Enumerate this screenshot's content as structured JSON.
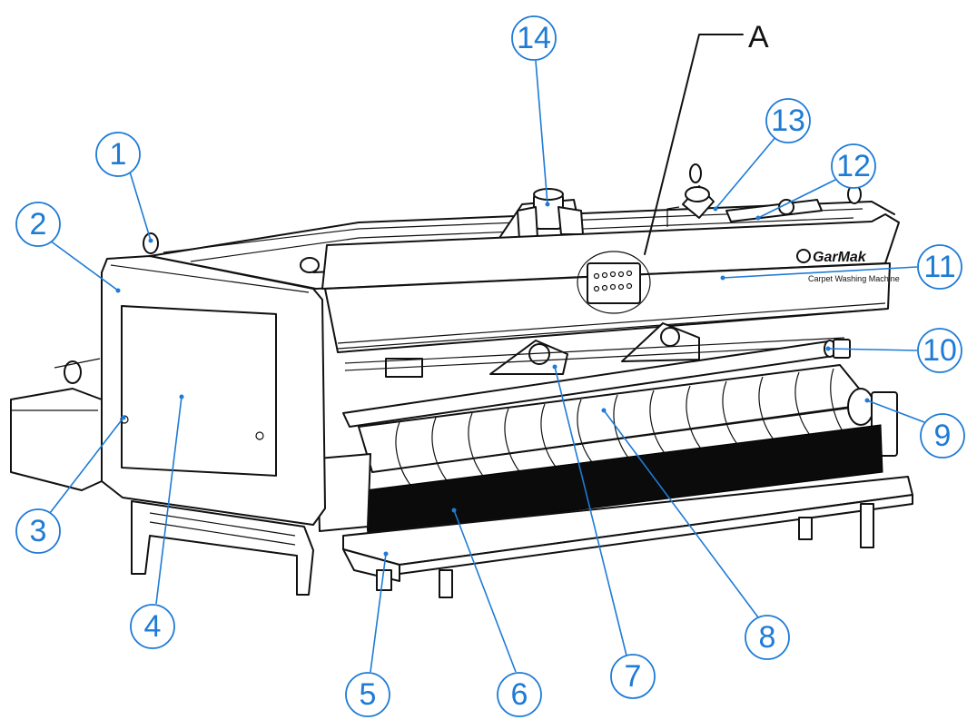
{
  "section_marker": {
    "label": "A"
  },
  "brand": {
    "logo": "GarMak",
    "tagline": "Carpet Washing Machine"
  },
  "callouts": [
    {
      "id": "1",
      "label": "1"
    },
    {
      "id": "2",
      "label": "2"
    },
    {
      "id": "3",
      "label": "3"
    },
    {
      "id": "4",
      "label": "4"
    },
    {
      "id": "5",
      "label": "5"
    },
    {
      "id": "6",
      "label": "6"
    },
    {
      "id": "7",
      "label": "7"
    },
    {
      "id": "8",
      "label": "8"
    },
    {
      "id": "9",
      "label": "9"
    },
    {
      "id": "10",
      "label": "10"
    },
    {
      "id": "11",
      "label": "11"
    },
    {
      "id": "12",
      "label": "12"
    },
    {
      "id": "13",
      "label": "13"
    },
    {
      "id": "14",
      "label": "14"
    }
  ]
}
